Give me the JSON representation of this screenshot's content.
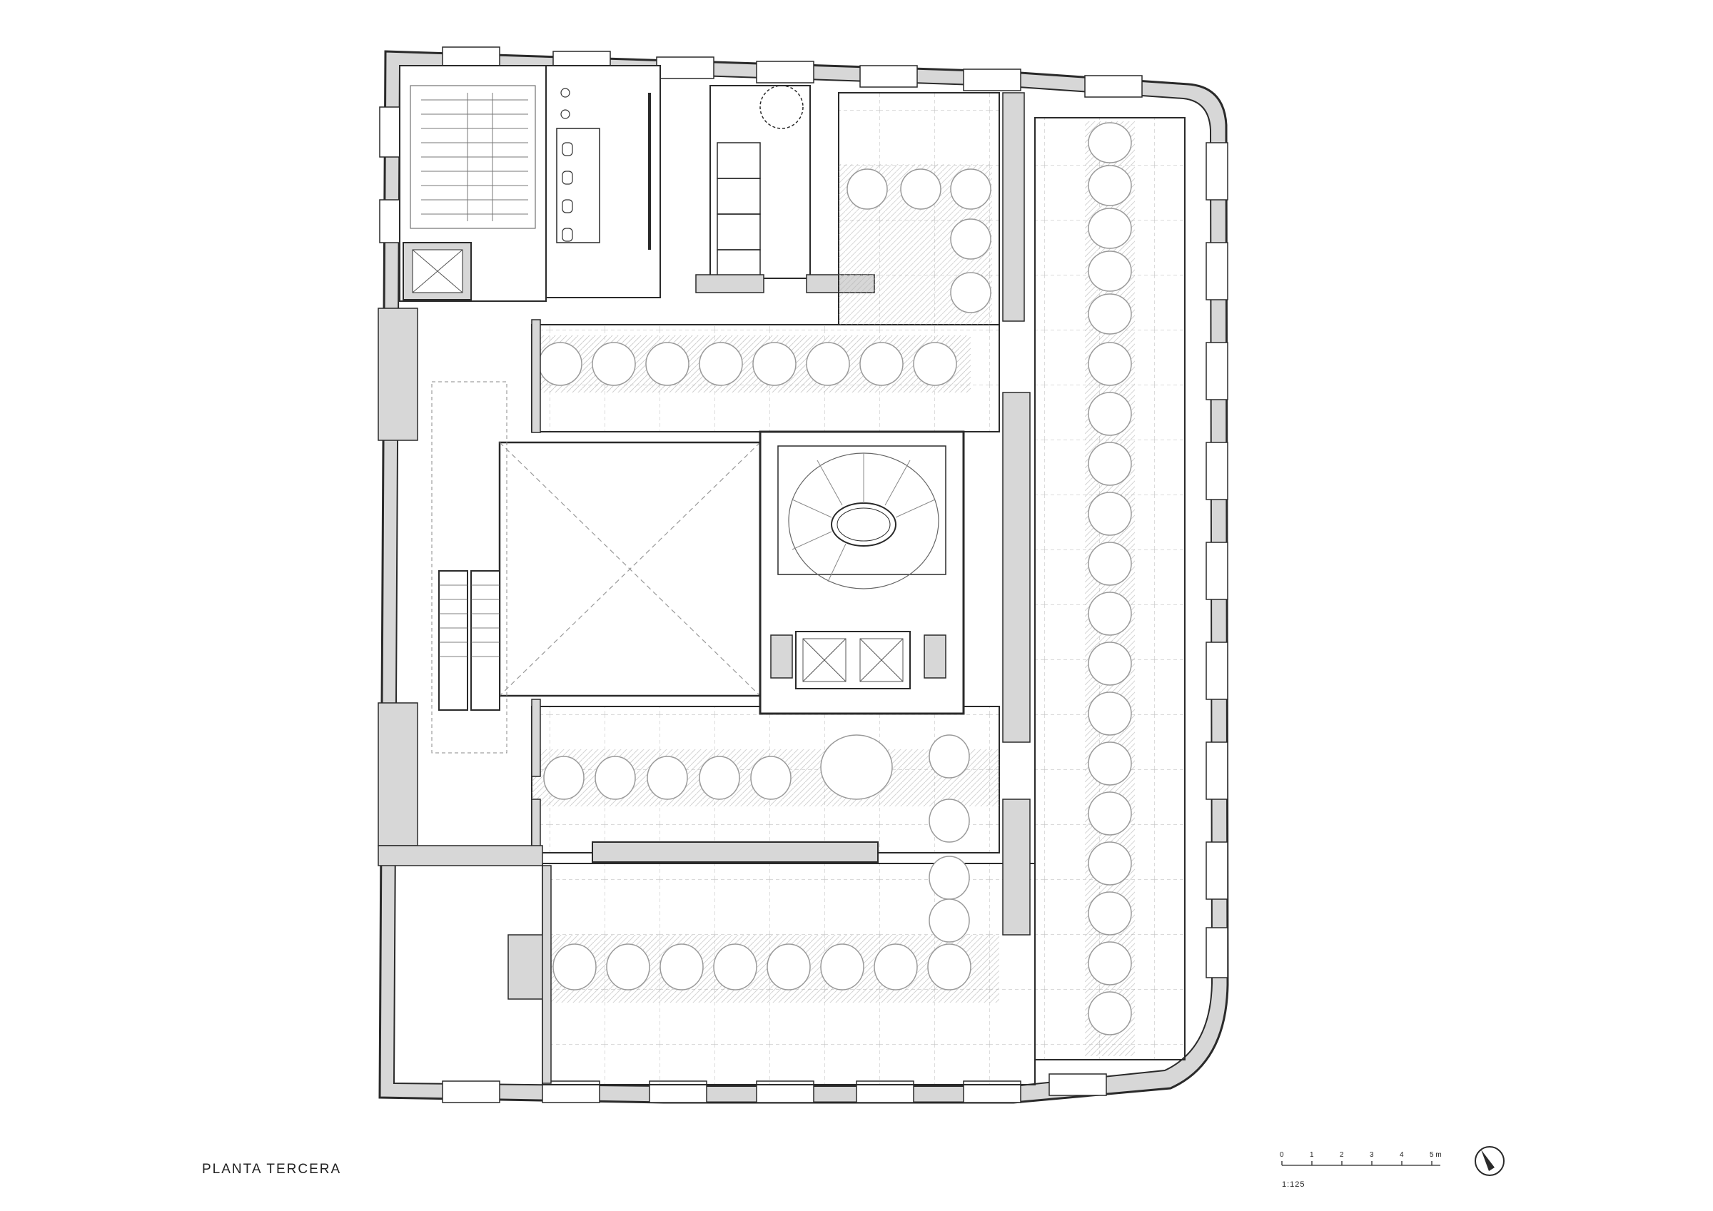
{
  "drawing": {
    "title": "PLANTA TERCERA",
    "scale_ratio": "1:125",
    "scale_ticks": [
      "0",
      "1",
      "2",
      "3",
      "4",
      "5 m"
    ]
  },
  "colors": {
    "wall_fill": "#d7d7d7",
    "line": "#2a2a2a",
    "hatch": "#9a9a9a",
    "grid": "#b8b8b8"
  },
  "icons": [
    "north-arrow-icon",
    "stair-icon",
    "escalator-icon",
    "elevator-icon",
    "toilet-icon"
  ]
}
